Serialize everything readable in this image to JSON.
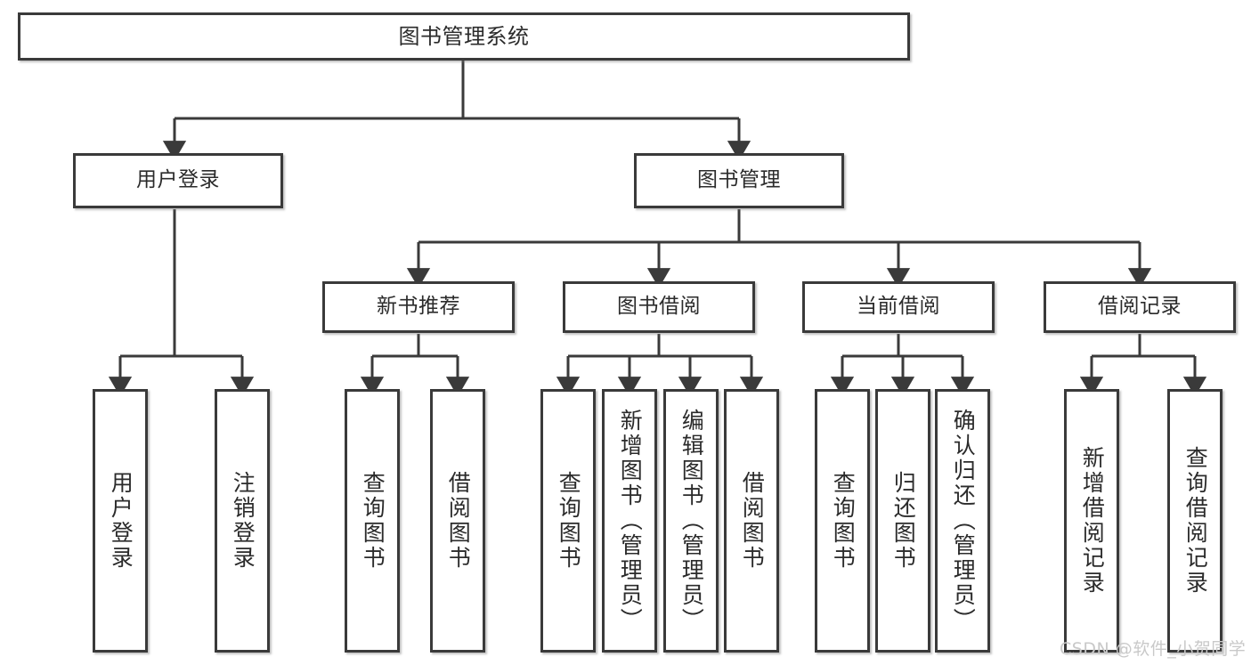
{
  "diagram": {
    "title": "图书管理系统",
    "watermark": "CSDN @软件_小贺同学",
    "type": "tree",
    "colors": {
      "box_border": "#3a3a3a",
      "box_fill": "#ffffff",
      "edge": "#3a3a3a",
      "text": "#2b2b2b",
      "watermark": "#c9c9c9"
    },
    "nodes": {
      "root": {
        "label": "图书管理系统"
      },
      "level2": [
        {
          "id": "user_login",
          "label": "用户登录"
        },
        {
          "id": "book_manage",
          "label": "图书管理"
        }
      ],
      "level3": [
        {
          "id": "new_book_rec",
          "label": "新书推荐",
          "parent": "book_manage"
        },
        {
          "id": "book_borrow",
          "label": "图书借阅",
          "parent": "book_manage"
        },
        {
          "id": "current_borrow",
          "label": "当前借阅",
          "parent": "book_manage"
        },
        {
          "id": "borrow_record",
          "label": "借阅记录",
          "parent": "book_manage"
        }
      ],
      "leaves": [
        {
          "id": "leaf_user_login",
          "label": "用户登录",
          "parent": "user_login"
        },
        {
          "id": "leaf_user_logout",
          "label": "注销登录",
          "parent": "user_login"
        },
        {
          "id": "leaf_rec_query",
          "label": "查询图书",
          "parent": "new_book_rec"
        },
        {
          "id": "leaf_rec_borrow",
          "label": "借阅图书",
          "parent": "new_book_rec"
        },
        {
          "id": "leaf_borrow_query",
          "label": "查询图书",
          "parent": "book_borrow"
        },
        {
          "id": "leaf_borrow_add",
          "label": "新增图书（管理员）",
          "parent": "book_borrow"
        },
        {
          "id": "leaf_borrow_edit",
          "label": "编辑图书（管理员）",
          "parent": "book_borrow"
        },
        {
          "id": "leaf_borrow_do",
          "label": "借阅图书",
          "parent": "book_borrow"
        },
        {
          "id": "leaf_cur_query",
          "label": "查询图书",
          "parent": "current_borrow"
        },
        {
          "id": "leaf_cur_return",
          "label": "归还图书",
          "parent": "current_borrow"
        },
        {
          "id": "leaf_cur_confirm",
          "label": "确认归还（管理员）",
          "parent": "current_borrow"
        },
        {
          "id": "leaf_rec_add",
          "label": "新增借阅记录",
          "parent": "borrow_record"
        },
        {
          "id": "leaf_rec_search",
          "label": "查询借阅记录",
          "parent": "borrow_record"
        }
      ]
    }
  }
}
